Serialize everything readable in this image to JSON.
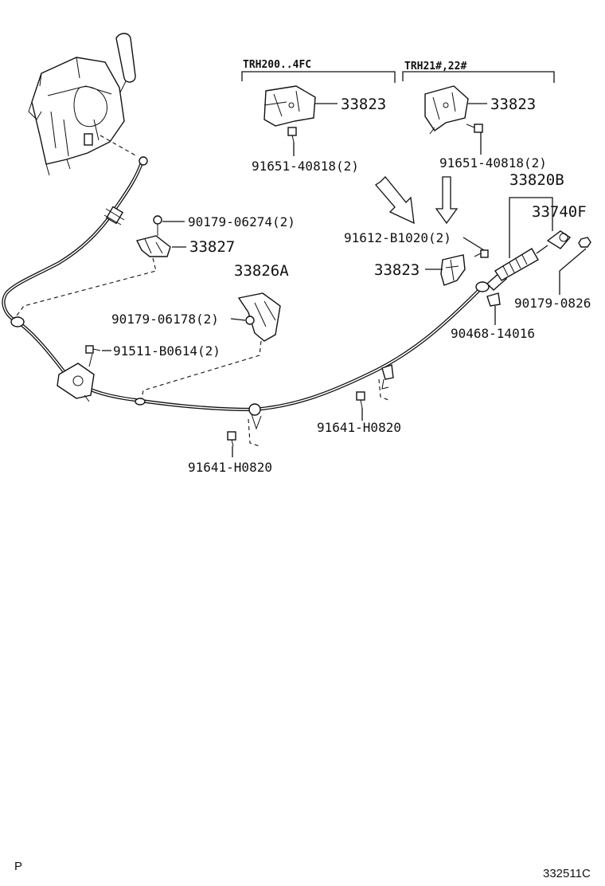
{
  "diagram": {
    "headers": {
      "left_variant": "TRH200..4FC",
      "right_variant": "TRH21#,22#"
    },
    "labels": {
      "bracket_left": "33823",
      "bracket_right": "33823",
      "bolt_left": "91651-40818(2)",
      "bolt_right": "91651-40818(2)",
      "cable_assy": "33820B",
      "cable_end": "33740F",
      "bolt_b1020": "91612-B1020(2)",
      "bracket_lower": "33823",
      "nut_08262": "90179-0826",
      "clip_14016": "90468-14016",
      "nut_06274": "90179-06274(2)",
      "bracket_33827": "33827",
      "bracket_33826a": "33826A",
      "nut_06178": "90179-06178(2)",
      "bolt_b0614": "91511-B0614(2)",
      "bolt_h0820_right": "91641-H0820",
      "bolt_h0820_left": "91641-H0820"
    },
    "footer": {
      "page_marker": "P",
      "diagram_code": "332511C"
    }
  }
}
